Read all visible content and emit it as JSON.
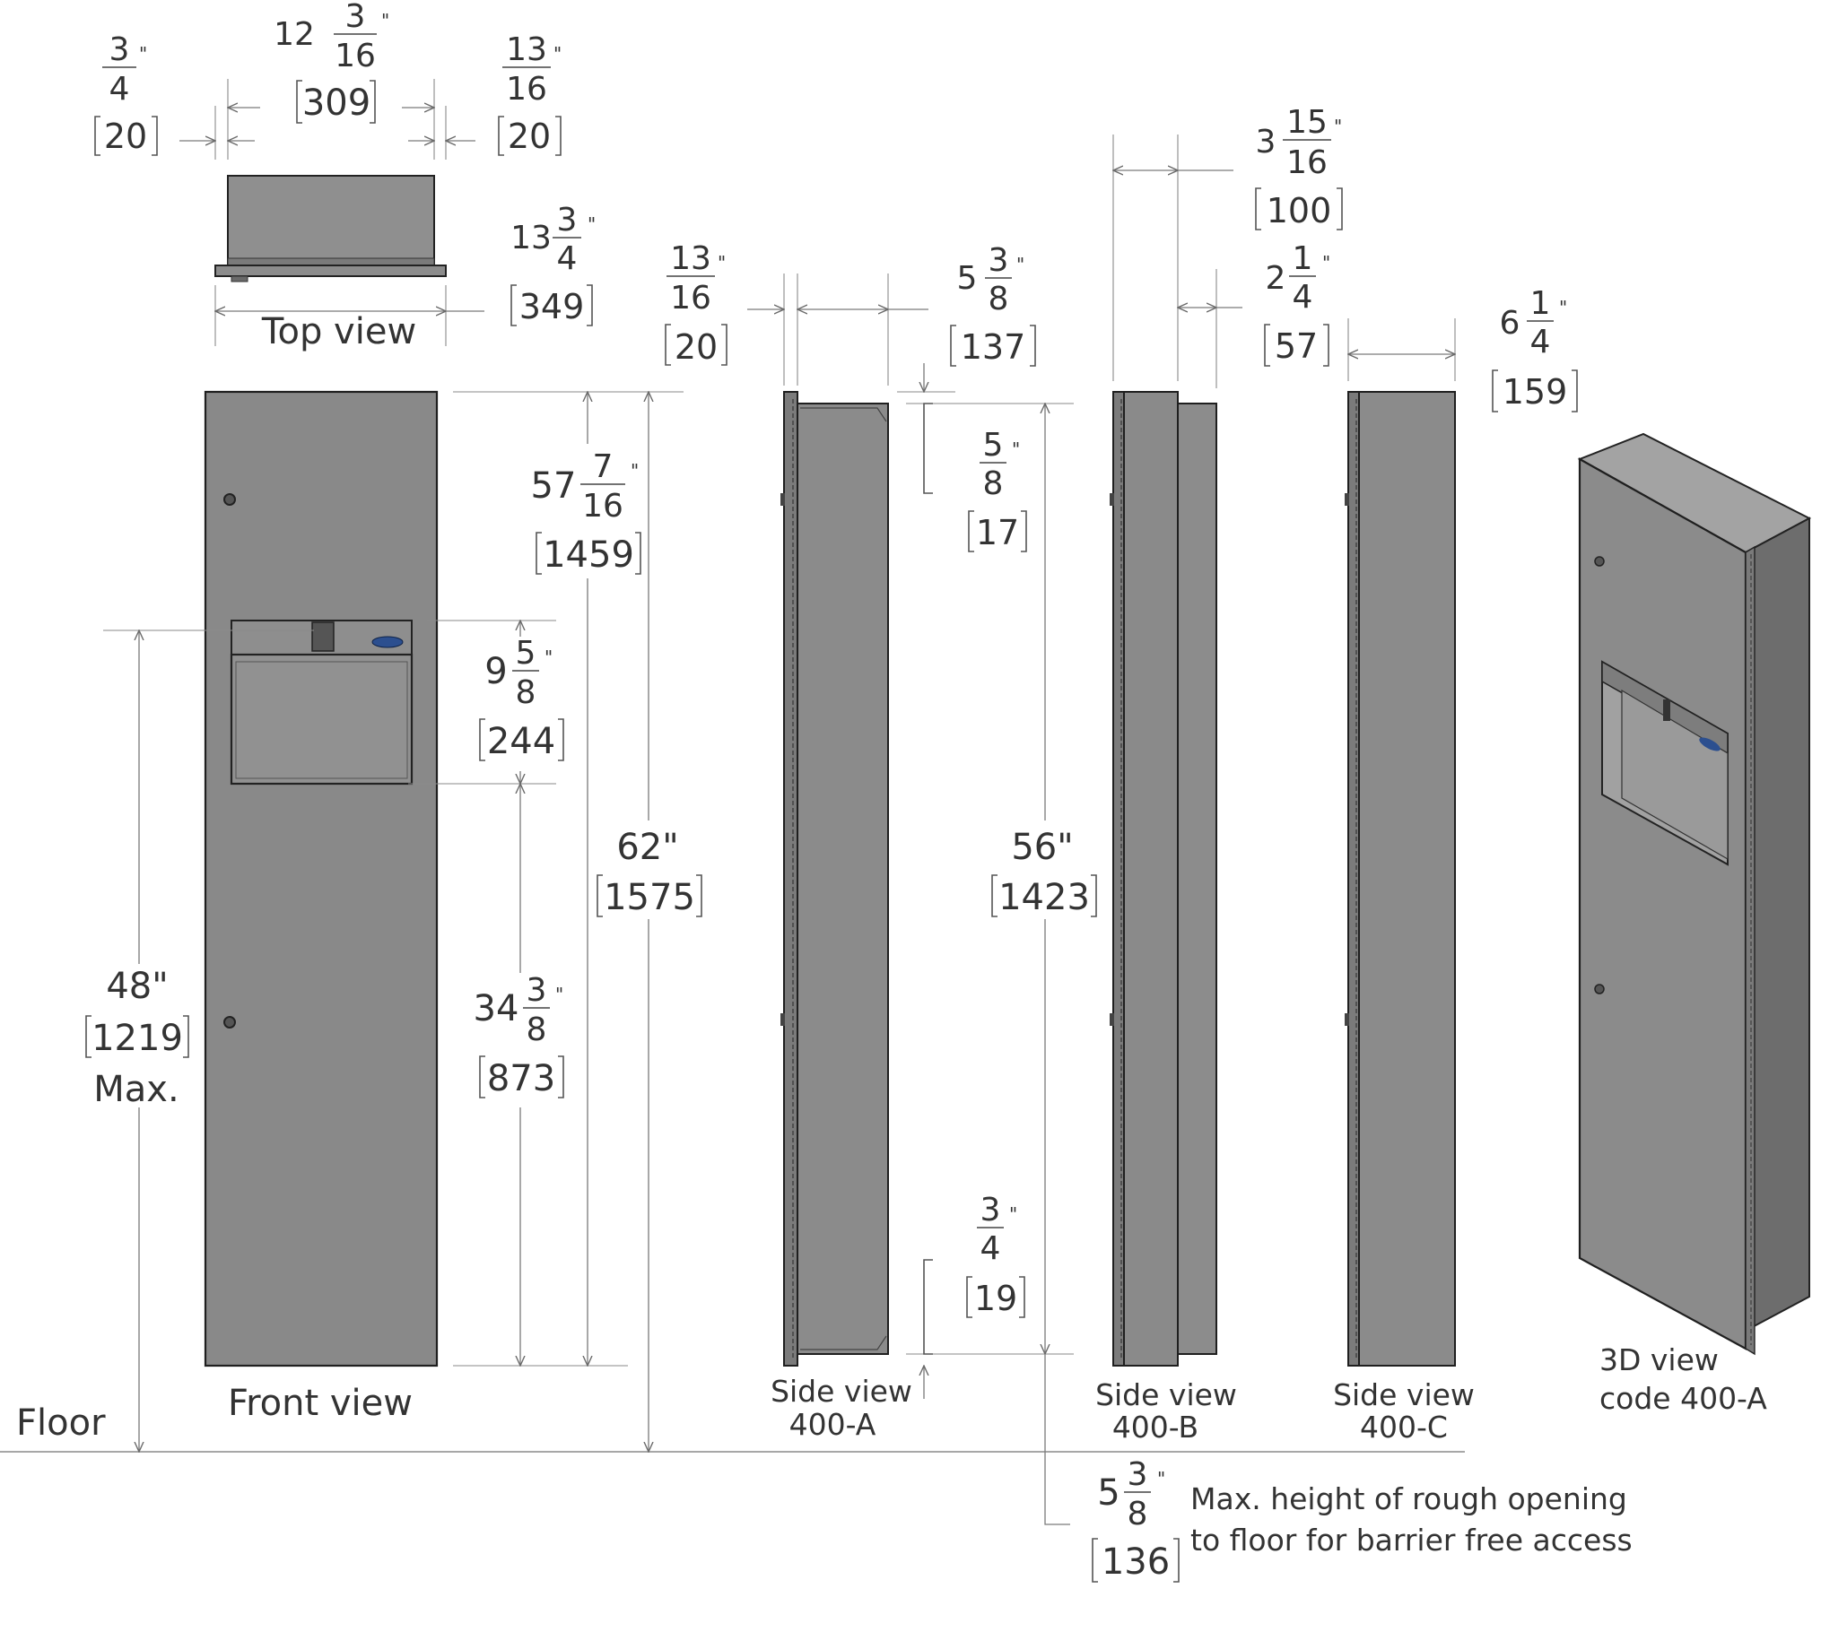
{
  "views": {
    "top": "Top view",
    "front": "Front view",
    "side_a": [
      "Side view",
      "400-A"
    ],
    "side_b": [
      "Side view",
      "400-B"
    ],
    "side_c": [
      "Side view",
      "400-C"
    ],
    "iso": [
      "3D view",
      "code 400-A"
    ]
  },
  "floor_label": "Floor",
  "note": [
    "Max. height of rough opening",
    "to floor for barrier free access"
  ],
  "max_label": "Max.",
  "inch_mark": "\"",
  "dims": {
    "top_left_flange": {
      "frac": [
        "3",
        "4"
      ],
      "mm": "20"
    },
    "top_width": {
      "whole": "12",
      "frac": [
        "3",
        "16"
      ],
      "mm": "309"
    },
    "top_right_flange": {
      "frac": [
        "13",
        "16"
      ],
      "mm": "20"
    },
    "top_depth": {
      "whole": "13",
      "frac": [
        "3",
        "4"
      ],
      "mm": "349"
    },
    "side_a_flange": {
      "frac": [
        "13",
        "16"
      ],
      "mm": "20"
    },
    "side_a_depth": {
      "whole": "5",
      "frac": [
        "3",
        "8"
      ],
      "mm": "137"
    },
    "side_a_top_offset": {
      "frac": [
        "5",
        "8"
      ],
      "mm": "17"
    },
    "side_a_bottom_offset": {
      "frac": [
        "3",
        "4"
      ],
      "mm": "19"
    },
    "rough_height": {
      "text": "56\"",
      "mm": "1423"
    },
    "side_b_depth": {
      "whole": "3",
      "frac": [
        "15",
        "16"
      ],
      "mm": "100"
    },
    "side_b_projection": {
      "whole": "2",
      "frac": [
        "1",
        "4"
      ],
      "mm": "57"
    },
    "side_c_depth": {
      "whole": "6",
      "frac": [
        "1",
        "4"
      ],
      "mm": "159"
    },
    "overall_height": {
      "text": "62\"",
      "mm": "1575"
    },
    "cabinet_height": {
      "whole": "57",
      "frac": [
        "7",
        "16"
      ],
      "mm": "1459"
    },
    "dispenser_height": {
      "whole": "9",
      "frac": [
        "5",
        "8"
      ],
      "mm": "244"
    },
    "lower_height": {
      "whole": "34",
      "frac": [
        "3",
        "8"
      ],
      "mm": "873"
    },
    "max_height": {
      "text": "48\"",
      "mm": "1219"
    },
    "floor_offset": {
      "whole": "5",
      "frac": [
        "3",
        "8"
      ],
      "mm": "136"
    }
  },
  "colors": {
    "panel": "#8a8a8a",
    "panel_light": "#959595",
    "panel_dark": "#6f6f6f",
    "line": "#1f1f1f",
    "dimension": "#7a7a7a",
    "text": "#333333",
    "logo": "#2c4f8f"
  }
}
